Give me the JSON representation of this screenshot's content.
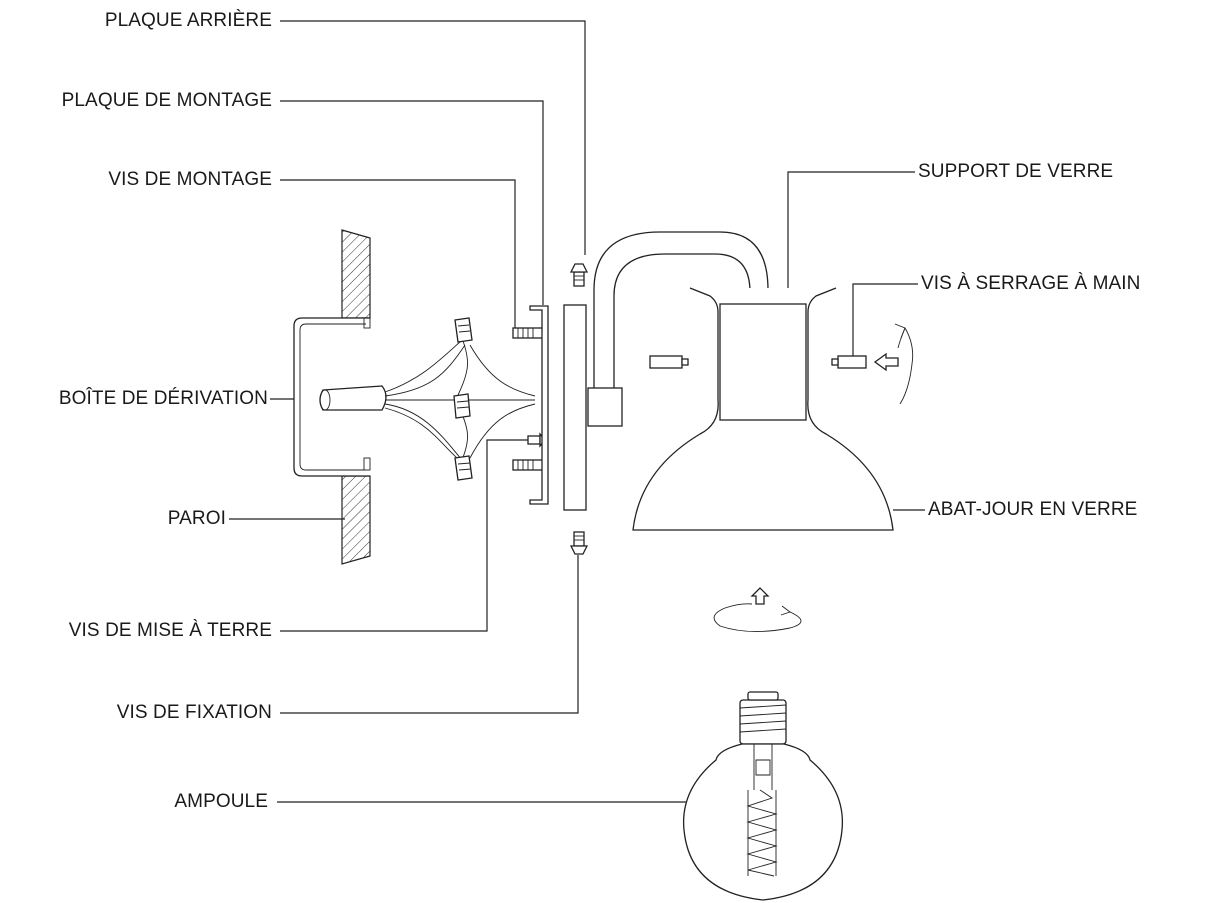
{
  "labels": {
    "back_plate": "PLAQUE ARRIÈRE",
    "mounting_plate": "PLAQUE DE MONTAGE",
    "mounting_screw": "VIS DE MONTAGE",
    "junction_box": "BOÎTE DE DÉRIVATION",
    "wall": "PAROI",
    "ground_screw": "VIS DE MISE À TERRE",
    "fixing_screw": "VIS DE FIXATION",
    "bulb": "AMPOULE",
    "glass_holder": "SUPPORT DE VERRE",
    "hand_screw_prefix": "VIS ",
    "hand_screw_rest": "À SERRAGE À MAIN",
    "glass_shade": "ABAT-JOUR EN VERRE"
  },
  "colors": {
    "line": "#222222",
    "text": "#1a1a1a",
    "background": "#ffffff"
  }
}
